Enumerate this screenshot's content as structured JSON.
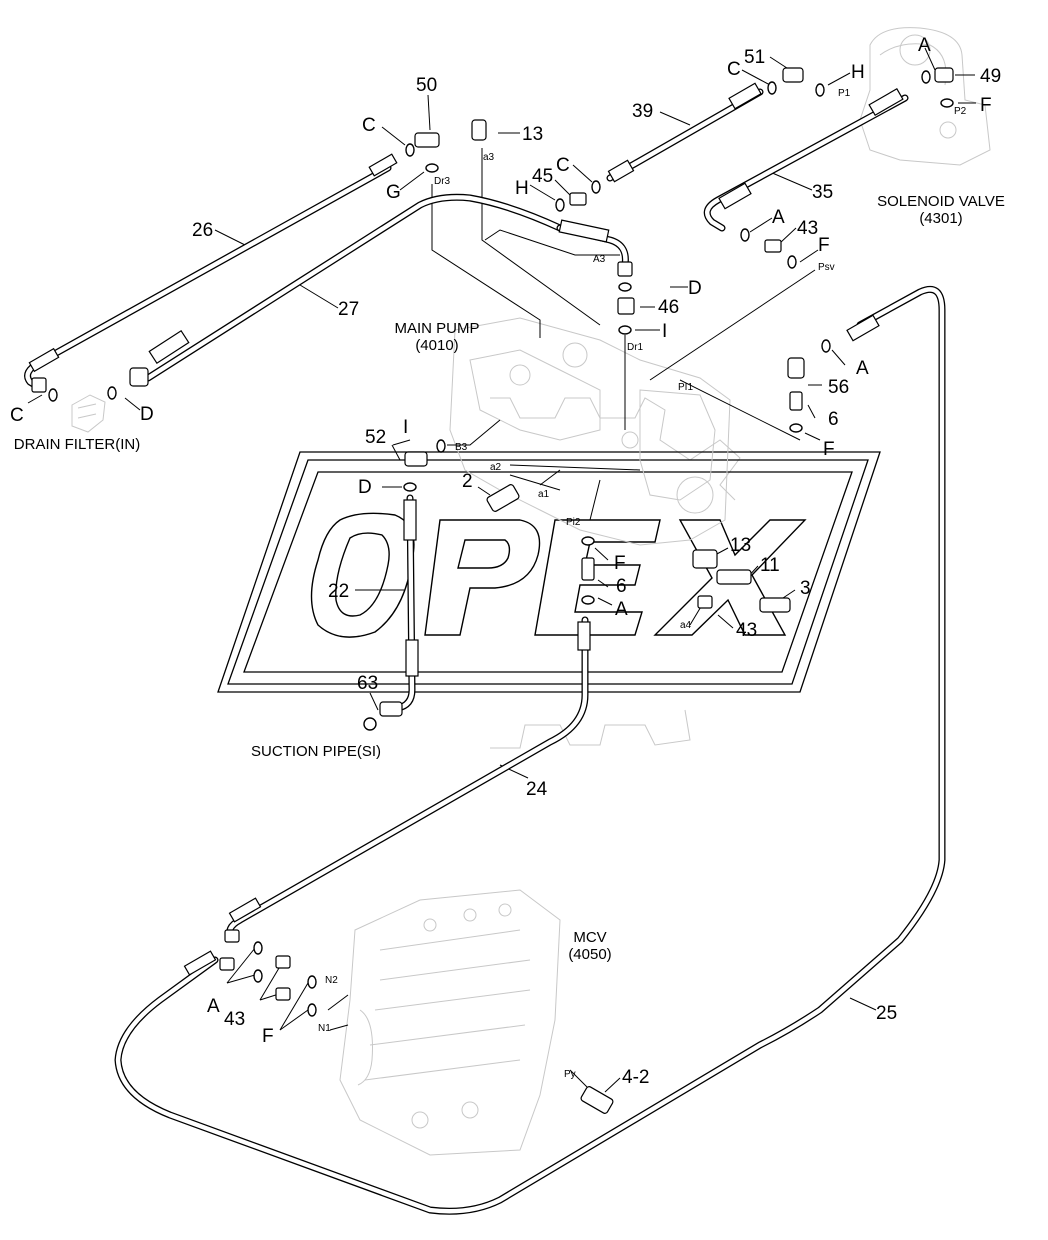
{
  "title": "",
  "watermark": {
    "text": "OPEX"
  },
  "components": {
    "main_pump": {
      "name": "MAIN PUMP",
      "code": "(4010)"
    },
    "solenoid_valve": {
      "name": "SOLENOID VALVE",
      "code": "(4301)"
    },
    "mcv": {
      "name": "MCV",
      "code": "(4050)"
    },
    "drain_filter": {
      "name": "DRAIN FILTER(IN)"
    },
    "suction_pipe": {
      "name": "SUCTION PIPE(SI)"
    }
  },
  "part_numbers": [
    "50",
    "13",
    "51",
    "49",
    "39",
    "45",
    "35",
    "43",
    "26",
    "27",
    "46",
    "56",
    "6",
    "52",
    "2",
    "22",
    "13",
    "11",
    "3",
    "6",
    "43",
    "63",
    "24",
    "25",
    "43",
    "4-2"
  ],
  "letter_callouts": [
    "C",
    "G",
    "C",
    "H",
    "C",
    "H",
    "A",
    "F",
    "A",
    "F",
    "D",
    "I",
    "A",
    "F",
    "I",
    "D",
    "C",
    "D",
    "F",
    "A",
    "A",
    "F"
  ],
  "port_labels": [
    "a3",
    "Dr3",
    "P1",
    "P2",
    "A3",
    "Psv",
    "Dr1",
    "PI1",
    "B3",
    "a2",
    "a1",
    "Pi2",
    "a4",
    "N2",
    "N1",
    "Py"
  ]
}
